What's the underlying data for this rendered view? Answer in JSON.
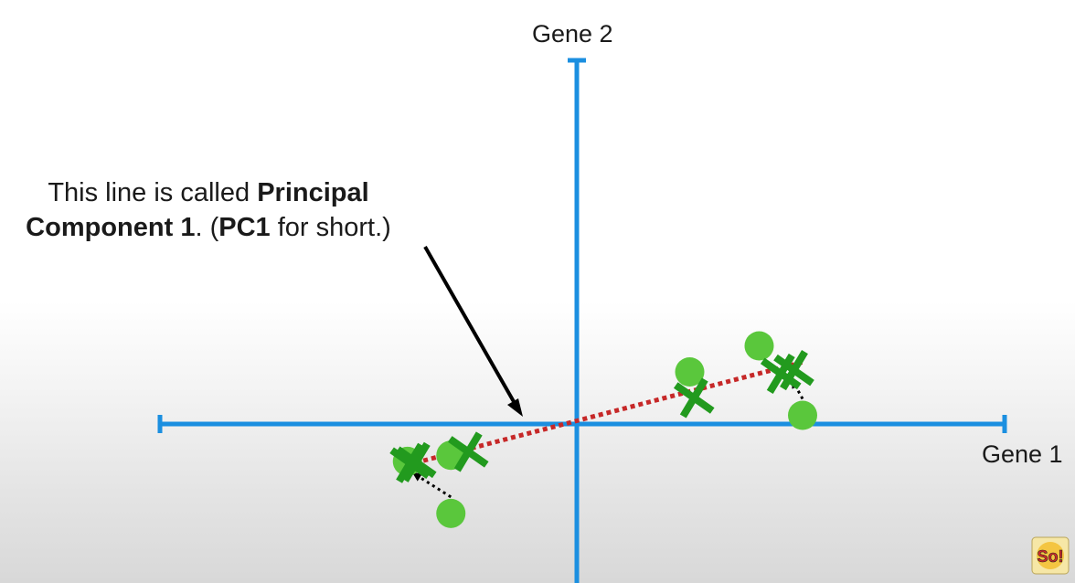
{
  "axes": {
    "y_label": "Gene 2",
    "x_label": "Gene 1"
  },
  "annotation": {
    "line1_plain": "This line is called ",
    "line1_bold": "Principal",
    "line2_bold": "Component 1",
    "line2_plain_a": ". (",
    "line2_bold_b": "PC1",
    "line2_plain_c": " for short.)"
  },
  "colors": {
    "axis": "#1b8fe0",
    "pc1_line": "#c62828",
    "point": "#5ac73c",
    "projection": "#229a1e",
    "arrow": "#000000"
  },
  "points": [
    {
      "gene1": -1.95,
      "gene2": -0.43
    },
    {
      "gene1": -1.45,
      "gene2": -0.36
    },
    {
      "gene1": -1.45,
      "gene2": -1.03
    },
    {
      "gene1": 1.3,
      "gene2": 0.6
    },
    {
      "gene1": 2.1,
      "gene2": 0.9
    },
    {
      "gene1": 2.6,
      "gene2": 0.1
    }
  ],
  "projections": [
    {
      "gene1": -1.92,
      "gene2": -0.45
    },
    {
      "gene1": -1.85,
      "gene2": -0.44
    },
    {
      "gene1": -1.25,
      "gene2": -0.32
    },
    {
      "gene1": 1.35,
      "gene2": 0.3
    },
    {
      "gene1": 2.35,
      "gene2": 0.58
    },
    {
      "gene1": 2.5,
      "gene2": 0.62
    }
  ],
  "logo_icon": "statquest-logo-icon"
}
